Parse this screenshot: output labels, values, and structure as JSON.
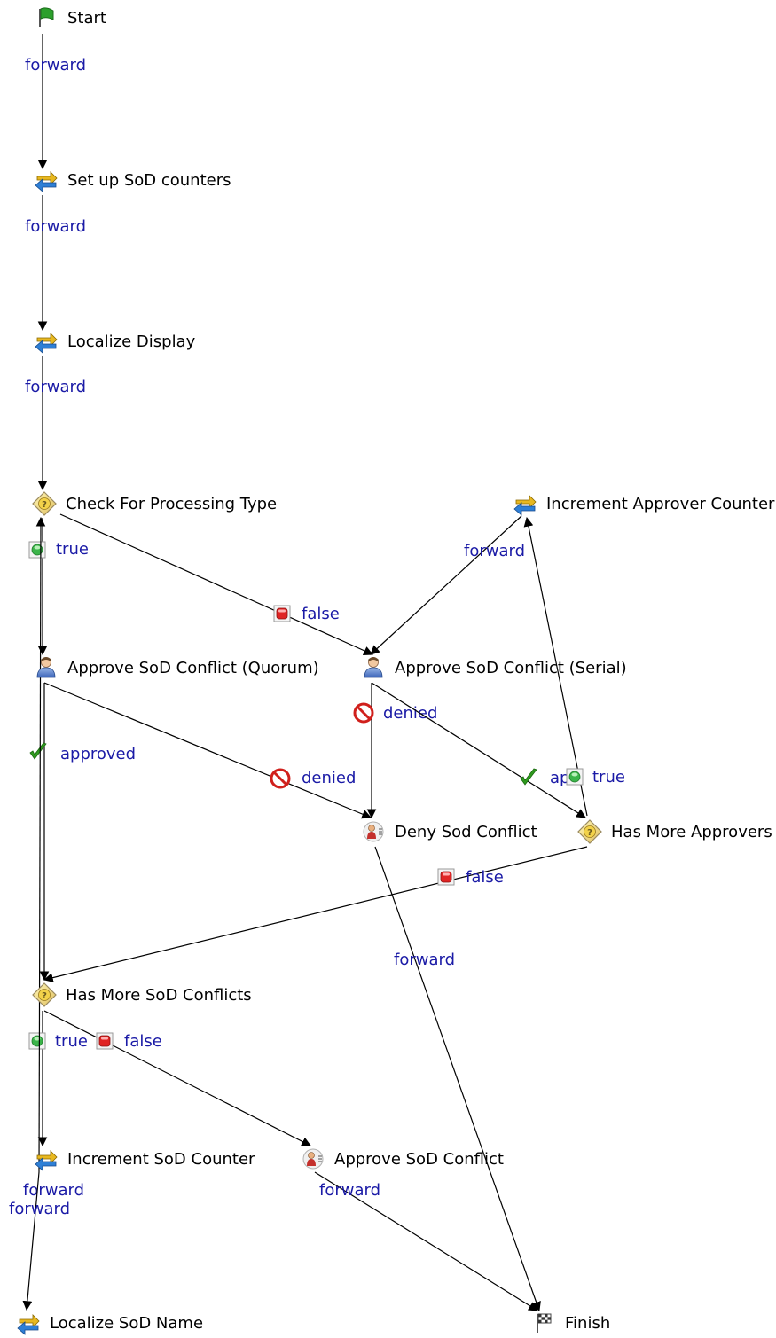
{
  "nodes": [
    {
      "id": "start",
      "label": "Start",
      "icon": "start-flag-icon"
    },
    {
      "id": "setup",
      "label": "Set up SoD counters",
      "icon": "script-arrows-icon"
    },
    {
      "id": "localize_display",
      "label": "Localize Display",
      "icon": "script-arrows-icon"
    },
    {
      "id": "check_type",
      "label": "Check For Processing Type",
      "icon": "decision-question-icon"
    },
    {
      "id": "inc_approver",
      "label": "Increment Approver Counter",
      "icon": "script-arrows-icon"
    },
    {
      "id": "approve_quorum",
      "label": "Approve SoD Conflict (Quorum)",
      "icon": "user-approval-icon"
    },
    {
      "id": "approve_serial",
      "label": "Approve SoD Conflict (Serial)",
      "icon": "user-approval-icon"
    },
    {
      "id": "deny",
      "label": "Deny Sod Conflict",
      "icon": "user-task-icon"
    },
    {
      "id": "more_approvers",
      "label": "Has More Approvers",
      "icon": "decision-question-icon"
    },
    {
      "id": "more_conflicts",
      "label": "Has More SoD Conflicts",
      "icon": "decision-question-icon"
    },
    {
      "id": "inc_sod",
      "label": "Increment SoD Counter",
      "icon": "script-arrows-icon"
    },
    {
      "id": "approve_sod",
      "label": "Approve SoD Conflict",
      "icon": "user-task-icon"
    },
    {
      "id": "localize_name",
      "label": "Localize SoD Name",
      "icon": "script-arrows-icon"
    },
    {
      "id": "finish",
      "label": "Finish",
      "icon": "finish-flag-icon"
    }
  ],
  "edges": [
    {
      "from": "start",
      "to": "setup",
      "label": "forward",
      "icon": ""
    },
    {
      "from": "setup",
      "to": "localize_display",
      "label": "forward",
      "icon": ""
    },
    {
      "from": "localize_display",
      "to": "check_type",
      "label": "forward",
      "icon": ""
    },
    {
      "from": "check_type",
      "to": "approve_quorum",
      "label": "true",
      "icon": "true-green-icon"
    },
    {
      "from": "check_type",
      "to": "approve_serial",
      "label": "false",
      "icon": "false-red-icon"
    },
    {
      "from": "inc_approver",
      "to": "approve_serial",
      "label": "forward",
      "icon": ""
    },
    {
      "from": "approve_quorum",
      "to": "more_conflicts",
      "label": "approved",
      "icon": "approved-check-icon"
    },
    {
      "from": "approve_quorum",
      "to": "deny",
      "label": "denied",
      "icon": "denied-circle-icon"
    },
    {
      "from": "approve_serial",
      "to": "deny",
      "label": "denied",
      "icon": "denied-circle-icon"
    },
    {
      "from": "approve_serial",
      "to": "more_approvers",
      "label": "ap",
      "icon": "approved-check-icon"
    },
    {
      "from": "more_approvers",
      "to": "inc_approver",
      "label": "true",
      "icon": "true-green-icon"
    },
    {
      "from": "more_approvers",
      "to": "more_conflicts",
      "label": "false",
      "icon": "false-red-icon"
    },
    {
      "from": "deny",
      "to": "finish",
      "label": "forward",
      "icon": ""
    },
    {
      "from": "more_conflicts",
      "to": "inc_sod",
      "label": "true",
      "icon": "true-green-icon"
    },
    {
      "from": "more_conflicts",
      "to": "approve_sod",
      "label": "false",
      "icon": "false-red-icon"
    },
    {
      "from": "inc_sod",
      "to": "check_type",
      "label": "forward",
      "icon": ""
    },
    {
      "from": "inc_sod",
      "to": "localize_name",
      "label": "forward",
      "icon": ""
    },
    {
      "from": "approve_sod",
      "to": "finish",
      "label": "forward",
      "icon": ""
    }
  ],
  "colors": {
    "edge_label": "#1a1aa6",
    "line": "#000000",
    "true_green": "#3cb44a",
    "false_red": "#e02424",
    "check_green": "#2f9a1e"
  }
}
